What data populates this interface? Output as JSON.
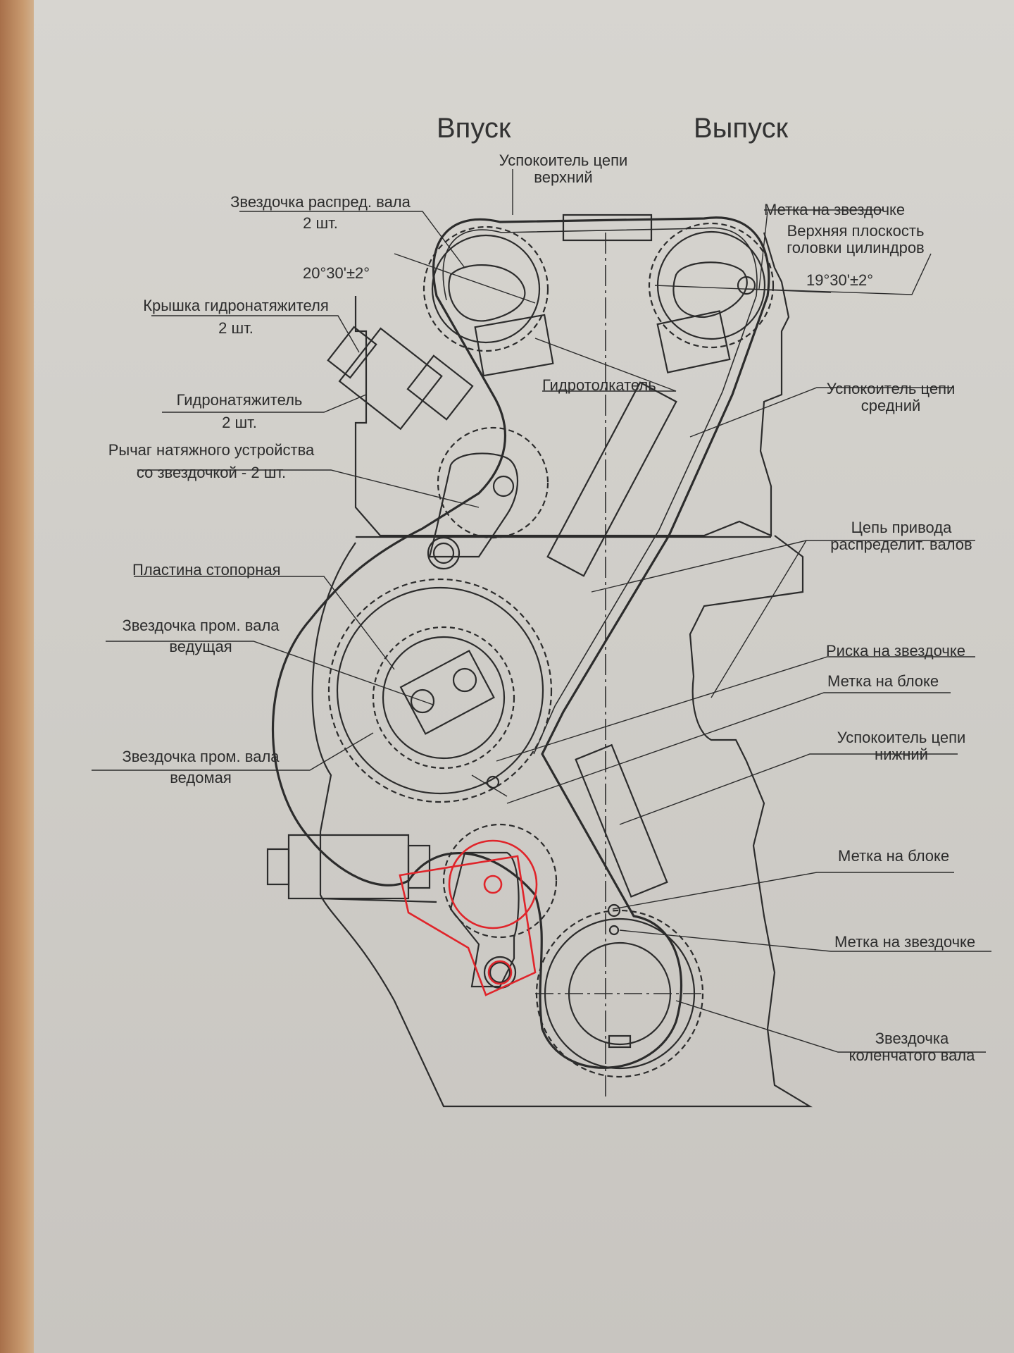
{
  "headers": {
    "intake": "Впуск",
    "exhaust": "Выпуск"
  },
  "labels": {
    "upper_guide": [
      "Успокоитель цепи",
      "верхний"
    ],
    "cam_sprocket": [
      "Звездочка распред. вала",
      "2 шт."
    ],
    "sprocket_mark_top": "Метка на звездочке",
    "head_plane": [
      "Верхняя плоскость",
      "головки цилиндров"
    ],
    "angle_left": "20°30'±2°",
    "angle_right": "19°30'±2°",
    "tensioner_cover": [
      "Крышка гидронатяжителя",
      "2 шт."
    ],
    "lifter": "Гидротолкатель",
    "middle_guide": [
      "Успокоитель цепи",
      "средний"
    ],
    "tensioner": [
      "Гидронатяжитель",
      "2 шт."
    ],
    "tension_lever": [
      "Рычаг натяжного устройства",
      "со звездочкой - 2 шт."
    ],
    "cam_chain": [
      "Цепь привода",
      "распределит. валов"
    ],
    "lock_plate": "Пластина стопорная",
    "inter_drive": [
      "Звездочка пром. вала",
      "ведущая"
    ],
    "sprocket_line": "Риска на звездочке",
    "block_mark_1": "Метка на блоке",
    "lower_guide": [
      "Успокоитель цепи",
      "нижний"
    ],
    "inter_driven": [
      "Звездочка пром. вала",
      "ведомая"
    ],
    "block_mark_2": "Метка на блоке",
    "sprocket_mark_bottom": "Метка на звездочке",
    "crank_sprocket": [
      "Звездочка",
      "коленчатого вала"
    ]
  },
  "colors": {
    "ink": "#2c2c2c",
    "highlight": "#e0242a",
    "paper": "#d4d2cd"
  }
}
